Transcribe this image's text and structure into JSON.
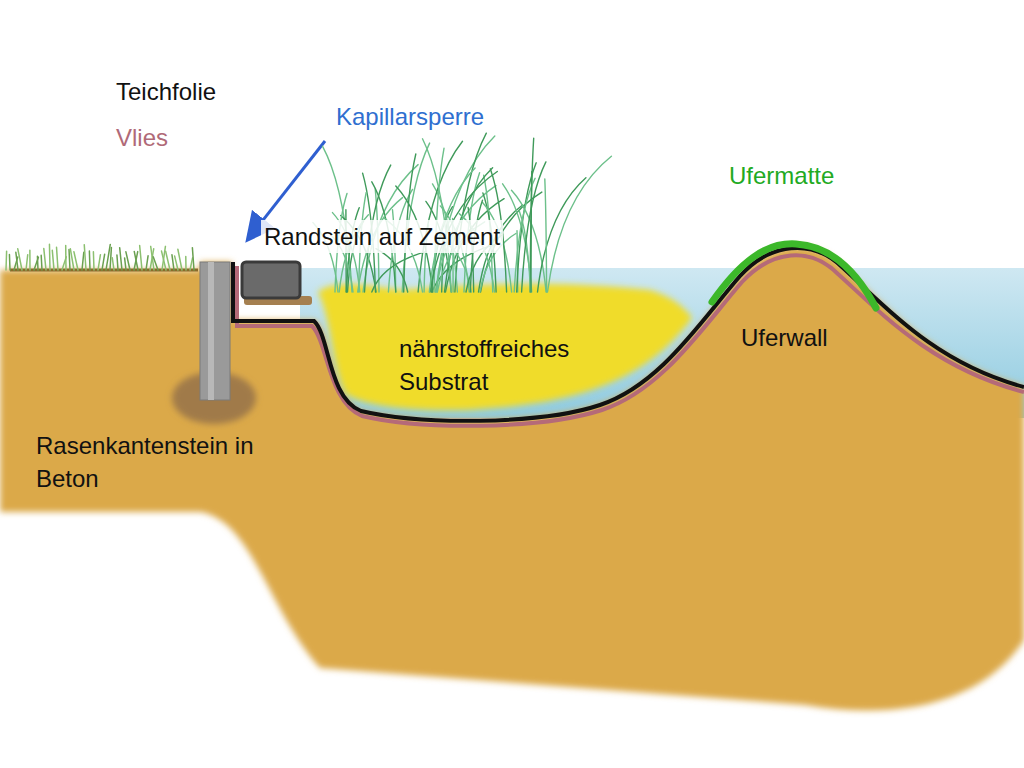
{
  "diagram": {
    "labels": [
      "Teichfolie",
      "Vlies",
      "Kapillarsperre",
      "Randstein auf Zement",
      "Ufermatte",
      "nährstoffreiches Substrat",
      "Uferwall",
      "Rasenkantenstein in Beton"
    ]
  }
}
